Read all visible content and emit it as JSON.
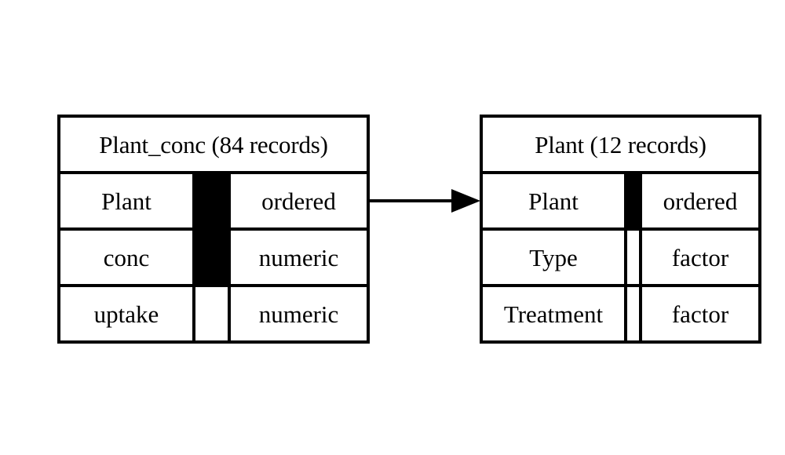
{
  "diagram": {
    "kind": "entity-relationship-diagram",
    "background_color": "#ffffff",
    "line_color": "#000000"
  },
  "entities": [
    {
      "id": "plant_conc",
      "title": "Plant_conc (84 records)",
      "name": "Plant_conc",
      "record_count": "84 records",
      "fields": [
        {
          "name": "Plant",
          "key": "",
          "type": "ordered",
          "key_filled": true
        },
        {
          "name": "conc",
          "key": "",
          "type": "numeric",
          "key_filled": true
        },
        {
          "name": "uptake",
          "key": "",
          "type": "numeric",
          "key_filled": false
        }
      ]
    },
    {
      "id": "plant",
      "title": "Plant (12 records)",
      "name": "Plant",
      "record_count": "12 records",
      "fields": [
        {
          "name": "Plant",
          "key": "",
          "type": "ordered",
          "key_filled": true
        },
        {
          "name": "Type",
          "key": "",
          "type": "factor",
          "key_filled": false
        },
        {
          "name": "Treatment",
          "key": "",
          "type": "factor",
          "key_filled": false
        }
      ]
    }
  ],
  "relationships": [
    {
      "id": "plant_conc-to-plant",
      "from_entity": "Plant_conc",
      "from_field": "Plant",
      "to_entity": "Plant",
      "to_field": "Plant",
      "label": "",
      "arrow_direction": "right"
    }
  ]
}
